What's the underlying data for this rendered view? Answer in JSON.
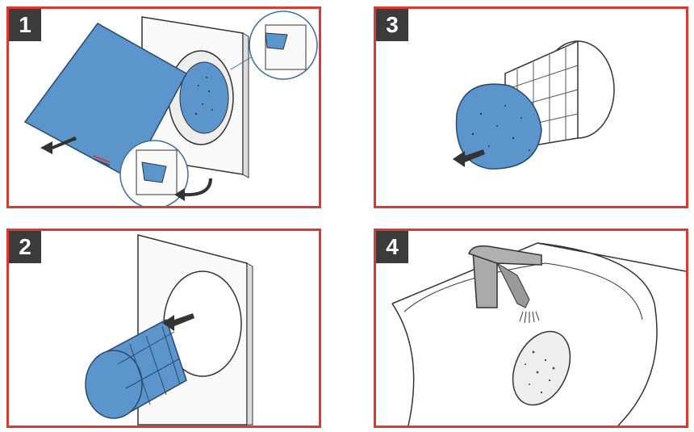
{
  "steps": [
    {
      "number": "1"
    },
    {
      "number": "2"
    },
    {
      "number": "3"
    },
    {
      "number": "4"
    }
  ],
  "colors": {
    "frame_border": "#d93a32",
    "badge_bg": "#3b3b3b",
    "filter_blue": "#5b95cc",
    "line": "#333333"
  },
  "icons": [
    "arrow-icon",
    "curved-arrow-icon",
    "clip-zoom-icon",
    "water-spray-icon"
  ]
}
